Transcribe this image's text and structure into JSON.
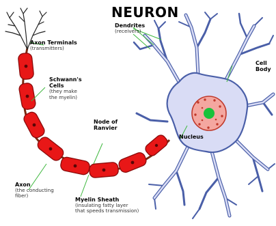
{
  "title": "NEURON",
  "labels": {
    "axon_terminals": {
      "name": "Axon Terminals",
      "note": "(transmitters)"
    },
    "dendrites": {
      "name": "Dendrites",
      "note": "(receivers)"
    },
    "cell_body": {
      "name_line1": "Cell",
      "name_line2": "Body"
    },
    "schwanns_cells": {
      "name_line1": "Schwann's",
      "name_line2": "Cells",
      "note_line1": "(they make",
      "note_line2": "the myelin)"
    },
    "node_of_ranvier": {
      "name_line1": "Node of",
      "name_line2": "Ranvier"
    },
    "nucleus": {
      "name": "Nucleus"
    },
    "axon": {
      "name": "Axon",
      "note_line1": "(the conducting",
      "note_line2": "fiber)"
    },
    "myelin_sheath": {
      "name": "Myelin Sheath",
      "note_line1": "(insulating fatty layer",
      "note_line2": "that speeds transmission)"
    }
  },
  "colors": {
    "cell_fill": "#d9dcf5",
    "cell_outline": "#4a5fa8",
    "myelin": "#e81717",
    "nucleus_fill": "#f4a7a0",
    "nucleolus": "#18c23a",
    "leader_line": "#3fb83f"
  }
}
